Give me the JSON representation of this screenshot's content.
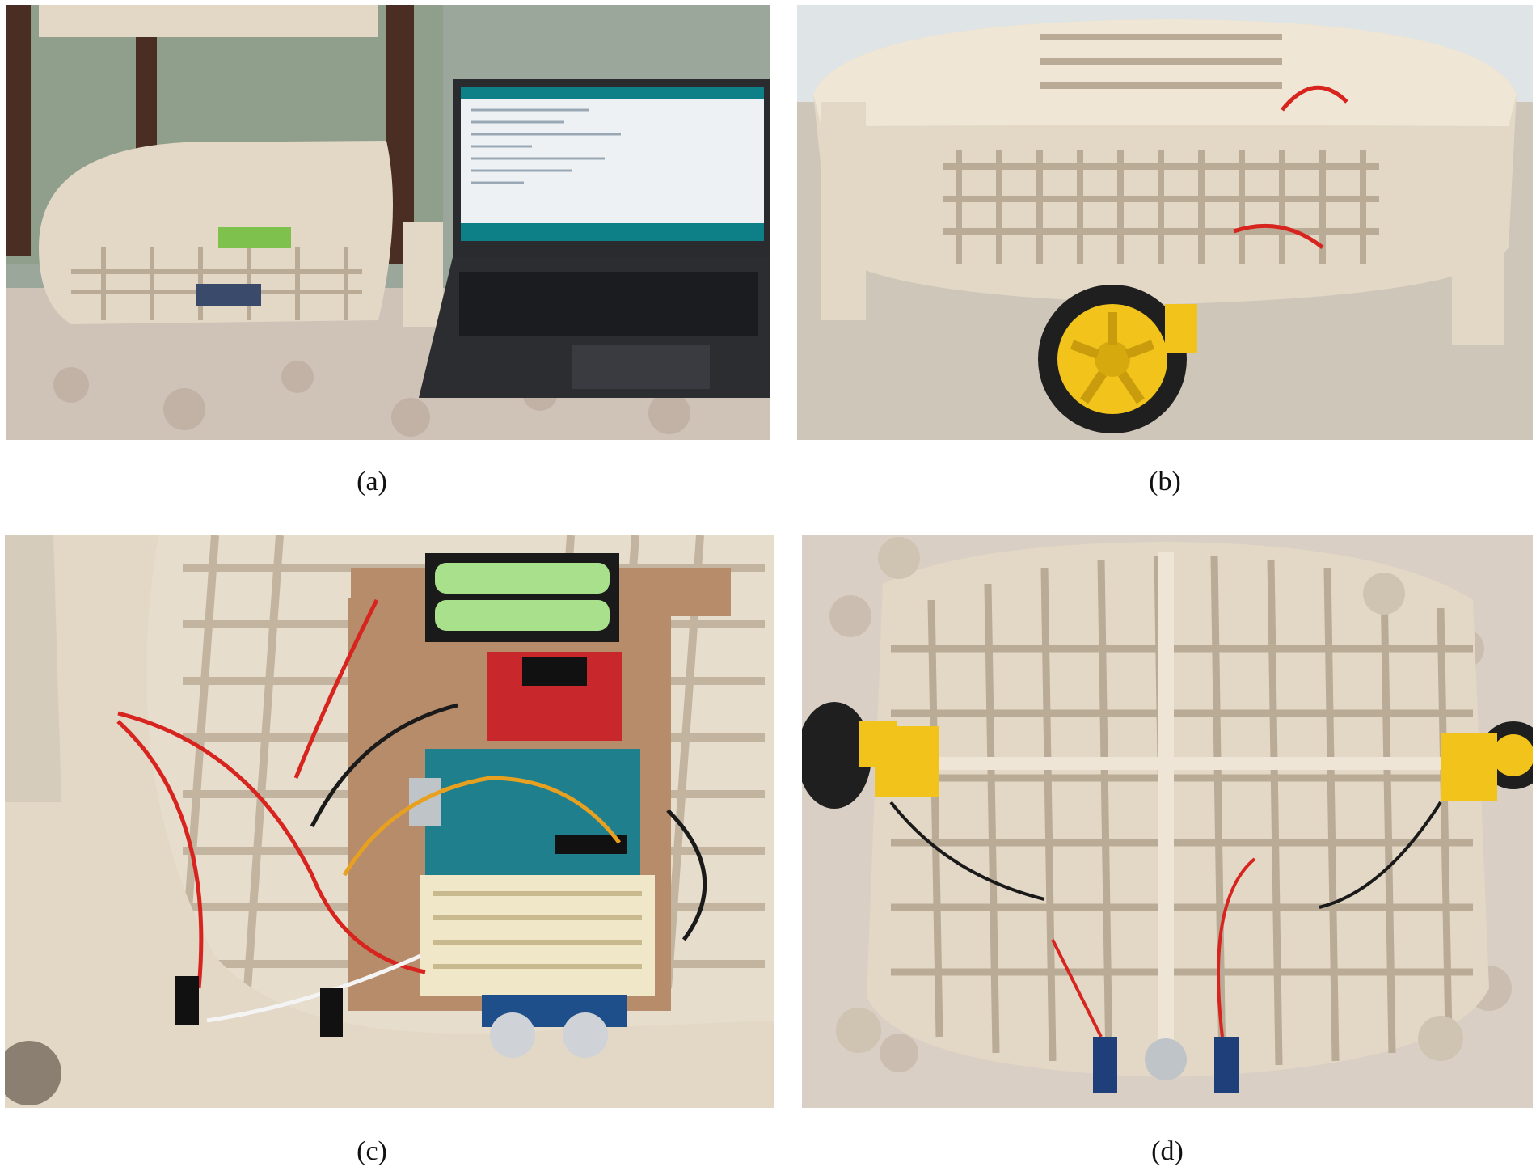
{
  "figure": {
    "panels": [
      {
        "id": "a",
        "label": "(a)",
        "icon": "photo-robot-basket-with-laptop"
      },
      {
        "id": "b",
        "label": "(b)",
        "icon": "photo-robot-side-view-wheel"
      },
      {
        "id": "c",
        "label": "(c)",
        "icon": "photo-robot-top-view-electronics"
      },
      {
        "id": "d",
        "label": "(d)",
        "icon": "photo-robot-underside-motors-sensors"
      }
    ]
  },
  "colors": {
    "basket": "#e3d8c6",
    "basket_shadow": "#b9ab95",
    "tablecloth": "#cfc3b8",
    "laptop": "#2a2b2e",
    "screen": "#eef1f4",
    "wheel_hub": "#f2c31a",
    "tire": "#1f1f1f",
    "pcb_arduino": "#1f7f8c",
    "pcb_driver": "#c8272c",
    "battery": "#a9e08c",
    "breadboard": "#f0e6c8",
    "wire_red": "#d8241f"
  }
}
